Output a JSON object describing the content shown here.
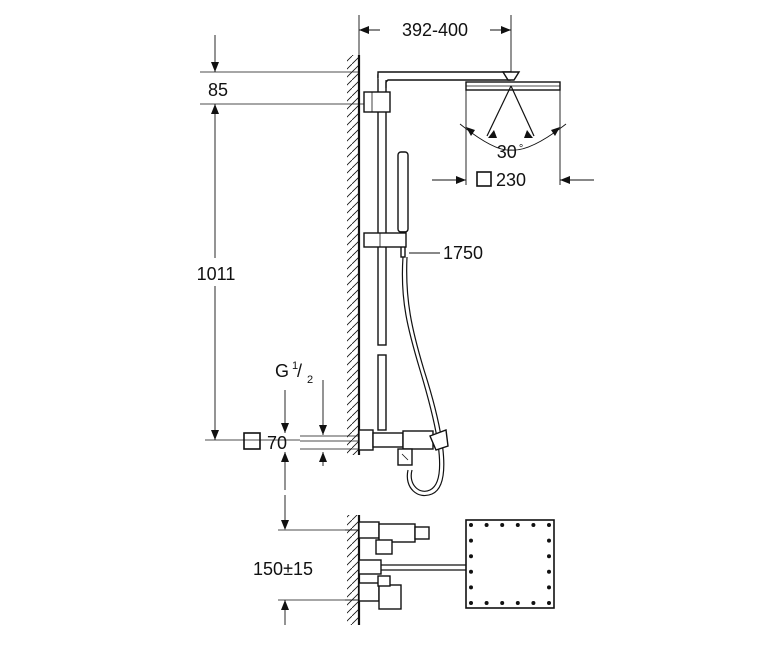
{
  "dimensions": {
    "top_width": "392-400",
    "top_offset": "85",
    "vertical_height": "1011",
    "spray_angle": "30",
    "angle_unit": "°",
    "head_size": "230",
    "hose_length": "1750",
    "thread_main": "G",
    "thread_num": "1",
    "thread_den": "2",
    "plate_size": "70",
    "inlet_spacing": "150±15"
  }
}
